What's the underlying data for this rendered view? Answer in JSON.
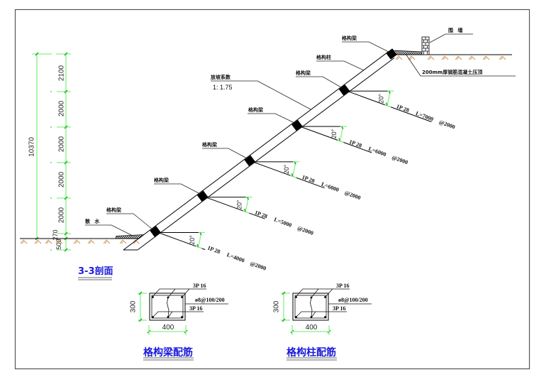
{
  "section_title": "3-3剖面",
  "dimensions": {
    "total": "10370",
    "segments": [
      "2100",
      "2000",
      "2000",
      "2000",
      "2000",
      "270",
      "500"
    ]
  },
  "slope": {
    "label": "放坡系数",
    "ratio": "1: 1.75"
  },
  "callouts": {
    "beam_top": "格构梁",
    "column": "格构柱",
    "beam_row4": "格构梁",
    "beam_row3": "格构梁",
    "beam_row2": "格构梁",
    "beam_row1": "格构梁",
    "beam_row0": "格构梁",
    "apron": "散 水",
    "wall": "围 墙",
    "coping": "200mm厚钢筋混凝土压顶"
  },
  "anchors": [
    {
      "angle": "20°",
      "bar": "1P 28",
      "length": "L=4000",
      "spacing": "@2000"
    },
    {
      "angle": "20°",
      "bar": "1P 28",
      "length": "L=5000",
      "spacing": "@2000"
    },
    {
      "angle": "20°",
      "bar": "1P 28",
      "length": "L=6000",
      "spacing": "@2000"
    },
    {
      "angle": "20°",
      "bar": "1P 28",
      "length": "L=6000",
      "spacing": "@2000"
    },
    {
      "angle": "20°",
      "bar": "1P 28",
      "length": "L=7000",
      "spacing": "@2000"
    }
  ],
  "rebar_details": [
    {
      "title": "格构梁配筋",
      "width": "400",
      "height": "300",
      "top_bars": "3P 16",
      "stirrups": "ø8@100/200",
      "bottom_bars": "3P 16"
    },
    {
      "title": "格构柱配筋",
      "width": "400",
      "height": "300",
      "top_bars": "3P 16",
      "stirrups": "ø8@100/200",
      "bottom_bars": "3P 16"
    }
  ],
  "colors": {
    "dimension": "#86f086",
    "dimension_tick": "#22b022",
    "ground_hatch": "#c98a4b",
    "title": "#1a1adb",
    "line": "#000000"
  }
}
